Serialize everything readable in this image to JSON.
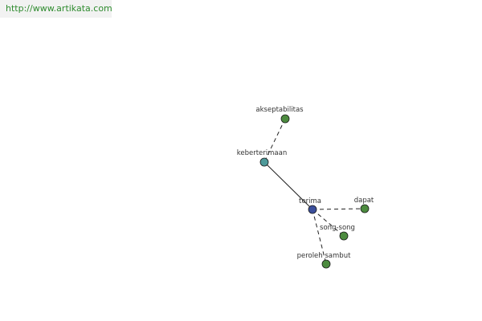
{
  "source_url": "http://www.artikata.com",
  "graph": {
    "nodes": [
      {
        "id": "akseptabilitas",
        "label": "akseptabilitas",
        "color": "#4c8b3f"
      },
      {
        "id": "keberterimaan",
        "label": "keberterimaan",
        "color": "#4e9a9a"
      },
      {
        "id": "terima",
        "label": "terima",
        "color": "#3b4f9c"
      },
      {
        "id": "dapat",
        "label": "dapat",
        "color": "#4c8b3f"
      },
      {
        "id": "song-song",
        "label": "song-song",
        "color": "#4c8b3f"
      },
      {
        "id": "peroleh-sambut",
        "label": "peroleh sambut",
        "color": "#4c8b3f"
      }
    ],
    "edges": [
      {
        "from": "akseptabilitas",
        "to": "keberterimaan",
        "style": "dashed"
      },
      {
        "from": "keberterimaan",
        "to": "terima",
        "style": "solid"
      },
      {
        "from": "terima",
        "to": "dapat",
        "style": "dashed"
      },
      {
        "from": "terima",
        "to": "song-song",
        "style": "dashed"
      },
      {
        "from": "terima",
        "to": "peroleh-sambut",
        "style": "dashed"
      }
    ]
  }
}
